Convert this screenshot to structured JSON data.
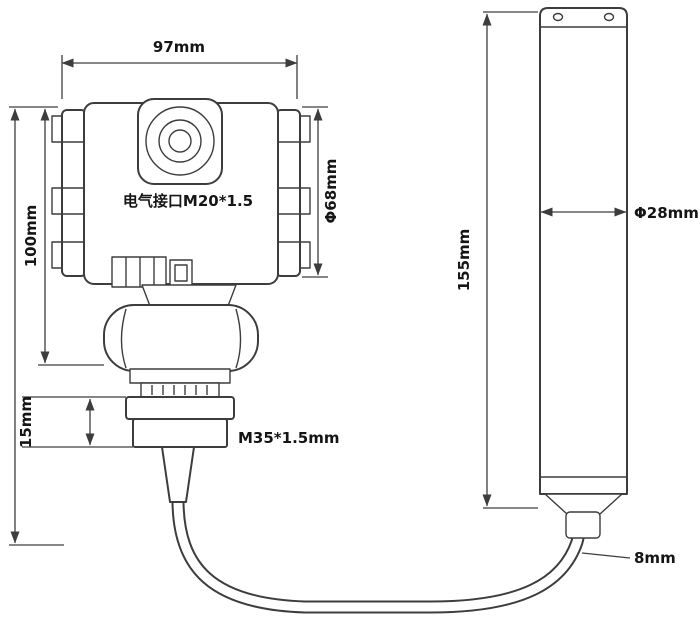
{
  "diagram": {
    "colors": {
      "line": "#3d3d3d",
      "text": "#151515",
      "background": "#ffffff"
    },
    "labels": {
      "head_width": "97mm",
      "head_height": "100mm",
      "thread_length": "15mm",
      "head_diameter": "Φ68mm",
      "electrical_port": "电气接口M20*1.5",
      "process_thread": "M35*1.5mm",
      "probe_length": "155mm",
      "probe_diameter": "Φ28mm",
      "cable_diameter": "8mm"
    }
  }
}
